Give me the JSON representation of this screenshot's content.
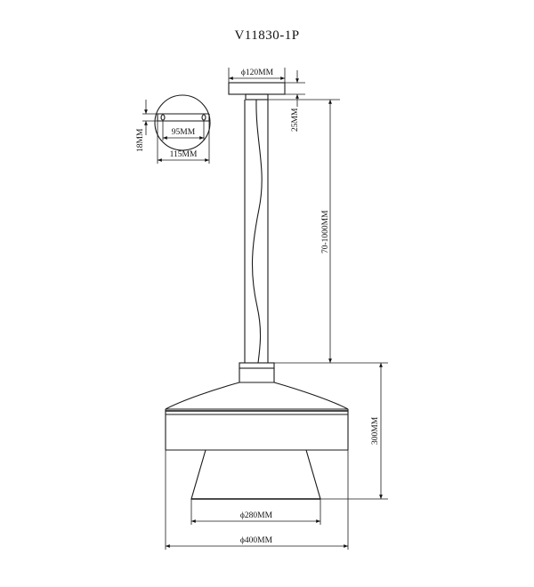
{
  "title": "V11830-1P",
  "dimensions": {
    "canopy_diameter": "ϕ120MM",
    "canopy_height": "25MM",
    "rod_length": "70-1000MM",
    "shade_height": "300MM",
    "shade_inner_diameter": "ϕ280MM",
    "shade_outer_diameter": "ϕ400MM"
  },
  "detail": {
    "hole_spacing": "95MM",
    "plate_width": "115MM",
    "plate_height": "18MM"
  }
}
